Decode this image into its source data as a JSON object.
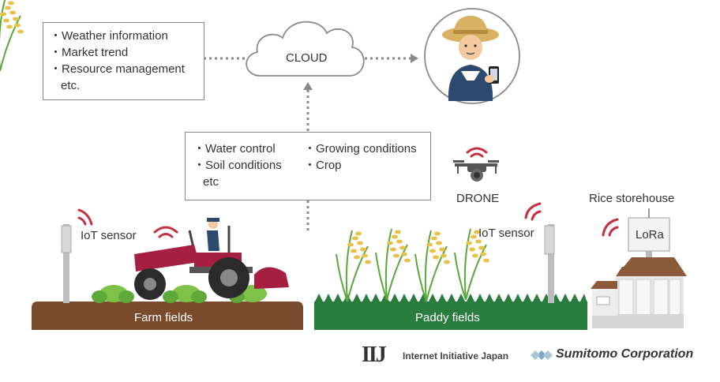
{
  "cloud": {
    "label": "CLOUD"
  },
  "cloud_info_box": {
    "items": [
      "Weather information",
      "Market trend",
      "Resource management"
    ],
    "etc": "etc."
  },
  "field_info_box": {
    "col1": [
      "Water control",
      "Soil conditions"
    ],
    "col1_etc": "etc",
    "col2": [
      "Growing conditions",
      "Crop"
    ]
  },
  "drone": {
    "label": "DRONE"
  },
  "farm": {
    "sensor_label": "IoT sensor",
    "ground_label": "Farm fields",
    "ground_color": "#7a4a2c"
  },
  "paddy": {
    "sensor_label": "IoT sensor",
    "ground_label": "Paddy fields",
    "ground_color": "#2a7d3e"
  },
  "storehouse": {
    "title": "Rice storehouse",
    "lora_label": "LoRa"
  },
  "logos": {
    "iij_mark": "IIJ",
    "iij_text": "Internet Initiative Japan",
    "sumitomo_text": "Sumitomo Corporation"
  },
  "colors": {
    "signal": "#c4303f",
    "tractor": "#a52040",
    "cloud_stroke": "#8a8a8a",
    "arrow": "#8a8a8a"
  }
}
